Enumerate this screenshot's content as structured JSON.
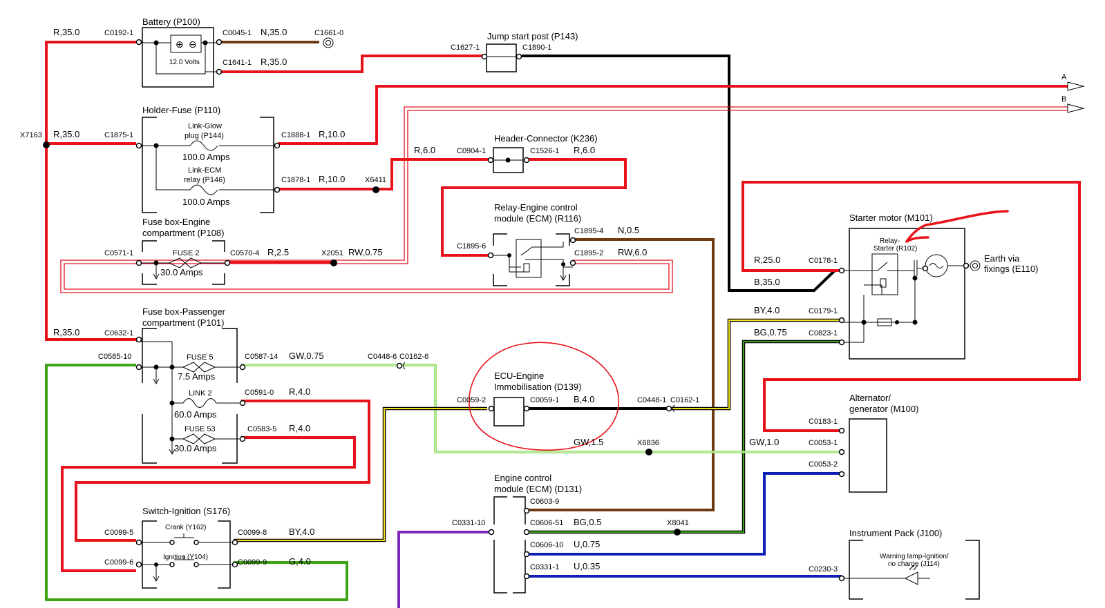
{
  "colors": {
    "red": "#e8121b",
    "black": "#000000",
    "brown": "#6e3a11",
    "green": "#3ea415",
    "light_green": "#78d640",
    "yellow": "#f2e21c",
    "blue": "#1020b5",
    "purple": "#7a28b8",
    "annotation": "#e8121b"
  },
  "components": {
    "battery": {
      "title": "Battery (P100)",
      "volts": "12.0 Volts"
    },
    "jump_start": {
      "title": "Jump start post (P143)"
    },
    "holder_fuse": {
      "title": "Holder-Fuse (P110)",
      "link_glow_1": "Link-Glow",
      "link_glow_2": "plug (P144)",
      "link_glow_amps": "100.0 Amps",
      "link_ecm_1": "Link-ECM",
      "link_ecm_2": "relay (P146)",
      "link_ecm_amps": "100.0 Amps"
    },
    "header_connector": {
      "title": "Header-Connector (K236)"
    },
    "fuse_box_engine": {
      "title_1": "Fuse box-Engine",
      "title_2": "compartment (P108)",
      "fuse": "FUSE 2",
      "amps": "30.0 Amps"
    },
    "relay_ecm": {
      "title_1": "Relay-Engine control",
      "title_2": "module (ECM) (R116)"
    },
    "starter": {
      "title": "Starter motor (M101)",
      "relay_1": "Relay-",
      "relay_2": "Starter (R102)",
      "earth_1": "Earth via",
      "earth_2": "fixings (E110)"
    },
    "fuse_box_pass": {
      "title_1": "Fuse box-Passenger",
      "title_2": "compartment (P101)",
      "fuse5": "FUSE 5",
      "fuse5_amps": "7.5 Amps",
      "link2": "LINK 2",
      "link2_amps": "60.0 Amps",
      "fuse53": "FUSE 53",
      "fuse53_amps": "30.0 Amps"
    },
    "ecu_immob": {
      "title_1": "ECU-Engine",
      "title_2": "Immobilisation (D139)"
    },
    "alternator": {
      "title_1": "Alternator/",
      "title_2": "generator (M100)"
    },
    "ecm": {
      "title_1": "Engine control",
      "title_2": "module (ECM) (D131)"
    },
    "ignition": {
      "title": "Switch-Ignition (S176)",
      "crank": "Crank (Y162)",
      "ign": "Ignition (Y104)"
    },
    "instrument": {
      "title": "Instrument Pack (J100)",
      "lamp_1": "Warning lamp-Ignition/",
      "lamp_2": "no charge (J114)"
    }
  },
  "connectors": {
    "c0192_1": "C0192-1",
    "c0045_1": "C0045-1",
    "c1661_0": "C1661-0",
    "c1641_1": "C1641-1",
    "c1627_1": "C1627-1",
    "c1890_1": "C1890-1",
    "c1875_1": "C1875-1",
    "c1888_1": "C1888-1",
    "c1878_1": "C1878-1",
    "c0904_1": "C0904-1",
    "c1526_1": "C1526-1",
    "c0571_1": "C0571-1",
    "c0570_4": "C0570-4",
    "c1895_6": "C1895-6",
    "c1895_4": "C1895-4",
    "c1895_2": "C1895-2",
    "c0178_1": "C0178-1",
    "c0179_1": "C0179-1",
    "c0823_1": "C0823-1",
    "c0632_1": "C0632-1",
    "c0585_10": "C0585-10",
    "c0587_14": "C0587-14",
    "c0591_0": "C0591-0",
    "c0583_5": "C0583-5",
    "c0448_6": "C0448-6",
    "c0162_6": "C0162-6",
    "c0059_2": "C0059-2",
    "c0059_1": "C0059-1",
    "c0448_1": "C0448-1",
    "c0162_1": "C0162-1",
    "c0183_1": "C0183-1",
    "c0053_1": "C0053-1",
    "c0053_2": "C0053-2",
    "c0603_9": "C0603-9",
    "c0331_10": "C0331-10",
    "c0606_51": "C0606-51",
    "c0606_10": "C0606-10",
    "c0331_1": "C0331-1",
    "c0099_5": "C0099-5",
    "c0099_8": "C0099-8",
    "c0099_6": "C0099-6",
    "c0099_9": "C0099-9",
    "c0230_3": "C0230-3"
  },
  "splices": {
    "x7163": "X7163",
    "x6411": "X6411",
    "x2051": "X2051",
    "x6836": "X6836",
    "x8041": "X8041"
  },
  "wires": {
    "r35_top": "R,35.0",
    "n35": "N,35.0",
    "r35_c1641": "R,35.0",
    "r35_mid": "R,35.0",
    "r10_a": "R,10.0",
    "r10_b": "R,10.0",
    "r6_a": "R,6.0",
    "r6_b": "R,6.0",
    "r25_fuse2": "R,2.5",
    "rw075": "RW,0.75",
    "n05": "N,0.5",
    "rw6": "RW,6.0",
    "r25_starter": "R,25.0",
    "b35": "B,35.0",
    "by4_starter": "BY,4.0",
    "bg075": "BG,0.75",
    "r35_low": "R,35.0",
    "gw075": "GW,0.75",
    "r4_a": "R,4.0",
    "r4_b": "R,4.0",
    "b4": "B,4.0",
    "gw15": "GW,1.5",
    "gw1": "GW,1.0",
    "bg05": "BG,0.5",
    "u075": "U,0.75",
    "u035": "U,0.35",
    "by4_ign": "BY,4.0",
    "g4": "G,4.0"
  },
  "offpage": {
    "a": "A",
    "b": "B"
  }
}
